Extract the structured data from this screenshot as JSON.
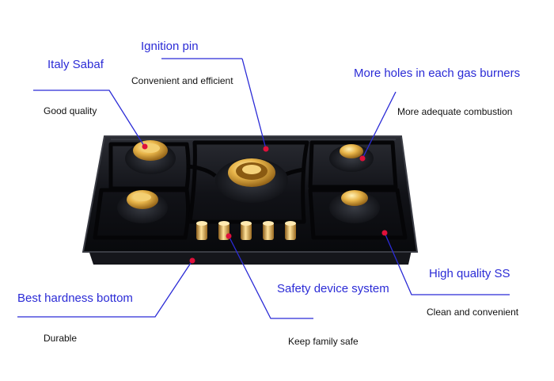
{
  "colors": {
    "accent_text": "#2b2bd6",
    "leader_line": "#2b2bd6",
    "pointer_dot": "#e0103a",
    "cooktop": "#0e0f13",
    "brass": "#d9a640"
  },
  "callouts": [
    {
      "id": "italy-sabaf",
      "title": "Italy Sabaf",
      "subtitle": "Good quality"
    },
    {
      "id": "ignition-pin",
      "title": "Ignition pin",
      "subtitle": "Convenient and efficient"
    },
    {
      "id": "more-holes",
      "title": "More holes in each gas burners",
      "subtitle": "More adequate combustion"
    },
    {
      "id": "high-quality-ss",
      "title": "High quality SS",
      "subtitle": "Clean and convenient"
    },
    {
      "id": "safety-device",
      "title": "Safety device system",
      "subtitle": "Keep family safe"
    },
    {
      "id": "best-hardness",
      "title": "Best hardness bottom",
      "subtitle": "Durable"
    }
  ]
}
